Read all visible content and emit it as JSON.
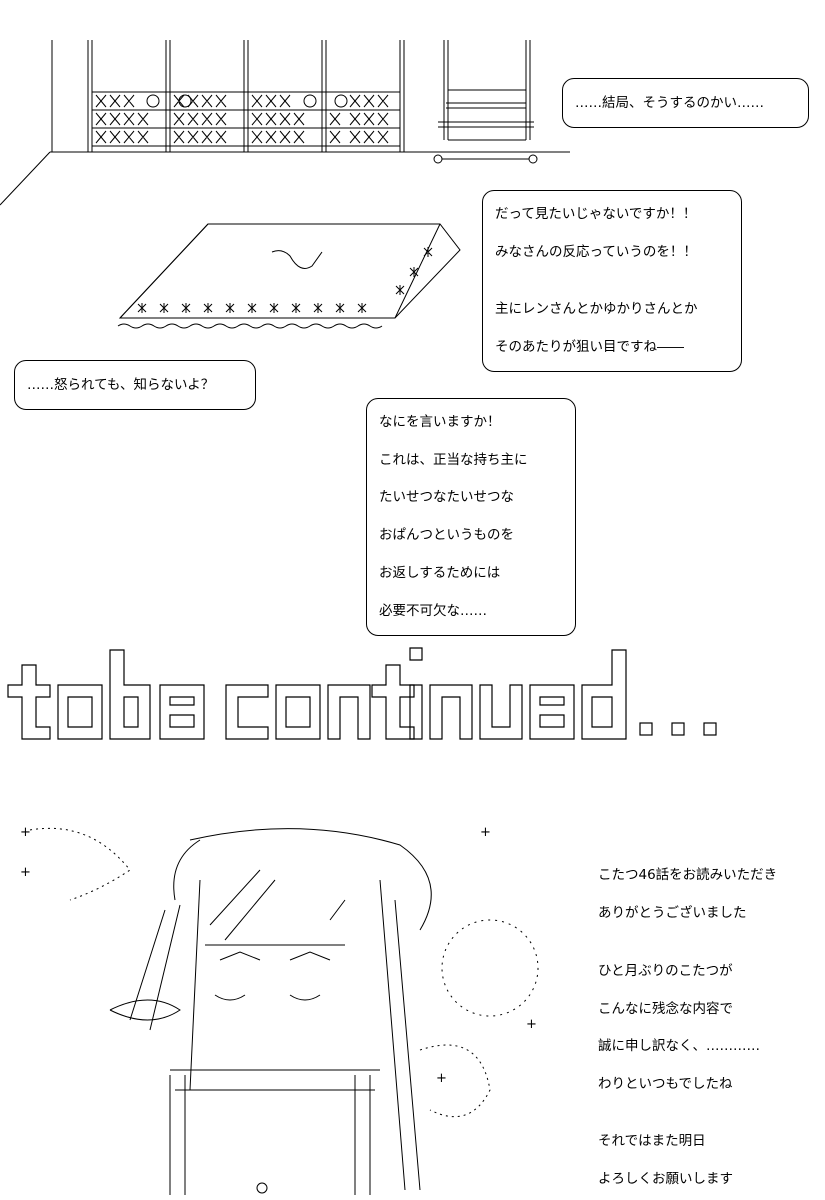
{
  "bubbles": {
    "b1": [
      "……結局、そうするのかい……"
    ],
    "b2": [
      "だって見たいじゃないですか！！",
      "みなさんの反応っていうのを！！",
      "主にレンさんとかゆかりさんとか",
      "そのあたりが狙い目ですね――"
    ],
    "b3": [
      "……怒られても、知らないよ？"
    ],
    "b4": [
      "なにを言いますか！",
      "これは、正当な持ち主に",
      "たいせつなたいせつな",
      "おぱんつというものを",
      "お返しするためには",
      "必要不可欠な……"
    ]
  },
  "ending": {
    "banner": "to be continued...",
    "notes": [
      "こたつ46話をお読みいただき",
      "ありがとうございました",
      "ひと月ぶりのこたつが",
      "こんなに残念な内容で",
      "誠に申し訳なく、…………",
      "わりといつもでしたね",
      "それではまた明日",
      "よろしくお願いします"
    ]
  }
}
